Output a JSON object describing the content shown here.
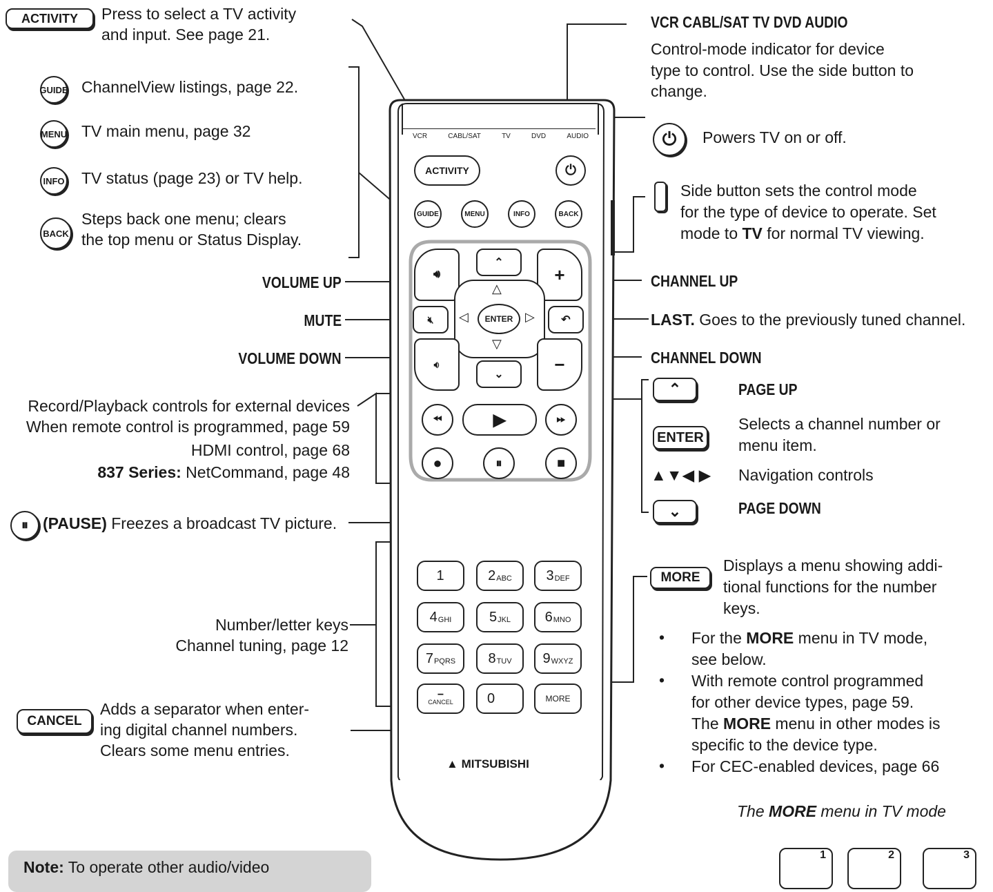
{
  "left_labels": {
    "activity": {
      "badge": "ACTIVITY",
      "line1": "Press to select a TV activity",
      "line2": "and input.  See page 21."
    },
    "guide": {
      "badge": "GUIDE",
      "text": "ChannelView listings, page 22."
    },
    "menu": {
      "badge": "MENU",
      "text": "TV main menu, page 32"
    },
    "info": {
      "badge": "INFO",
      "text": "TV status (page 23) or TV help."
    },
    "back": {
      "badge": "BACK",
      "line1": "Steps back one menu; clears",
      "line2": "the top menu or Status Display."
    },
    "volume_up": "VOLUME UP",
    "mute": "MUTE",
    "volume_down": "VOLUME DOWN",
    "record": {
      "line1": "Record/Playback controls for external devices",
      "line2": "When remote control is programmed, page 59",
      "line3": "HDMI control, page 68",
      "line4_bold": "837 Series:",
      "line4": " NetCommand, page 48"
    },
    "pause": {
      "bold": "(PAUSE)",
      "text": " Freezes a broadcast TV picture."
    },
    "number_keys": {
      "line1": "Number/letter keys",
      "line2": "Channel tuning, page 12"
    },
    "cancel": {
      "badge": "CANCEL",
      "line1": "Adds a separator when enter-",
      "line2": "ing digital channel numbers.",
      "line3": "Clears some menu entries."
    },
    "note": {
      "bold": "Note:",
      "text": "  To operate other audio/video"
    }
  },
  "right_labels": {
    "modes_title": "VCR  CABL/SAT  TV  DVD  AUDIO",
    "modes_desc1": "Control-mode indicator for device",
    "modes_desc2": "type to control.  Use the side button to",
    "modes_desc3": "change.",
    "power": "Powers TV on or off.",
    "side1": "Side button sets the control mode",
    "side2": "for the type of device to operate.  Set",
    "side3_pre": "mode to ",
    "side3_bold": "TV",
    "side3_post": " for normal TV viewing.",
    "channel_up": "CHANNEL UP",
    "last_bold": "LAST.",
    "last_text": "  Goes to the previously tuned channel.",
    "channel_down": "CHANNEL DOWN",
    "page_up": "PAGE UP",
    "enter_badge": "ENTER",
    "enter1": "Selects a channel number or",
    "enter2": "menu item.",
    "nav_arrows": "▲▼◀ ▶",
    "nav_text": "Navigation controls",
    "page_down": "PAGE DOWN",
    "more_badge": "MORE",
    "more1": "Displays a menu showing addi-",
    "more2": "tional functions for the number",
    "more3": "keys.",
    "b1_pre": "For the ",
    "b1_bold": "MORE",
    "b1_post": " menu in TV mode,",
    "b1_line2": "see below.",
    "b2_line1": "With remote control programmed",
    "b2_line2": "for other device types, page 59.",
    "b2_pre": "The ",
    "b2_bold": "MORE",
    "b2_post": " menu in other modes is",
    "b2_line4": "specific to the device type.",
    "b3": "For CEC-enabled devices, page 66",
    "caption_pre": "The ",
    "caption_bold": "MORE",
    "caption_post": " menu in TV mode",
    "mini_keys": [
      "1",
      "2",
      "3"
    ]
  },
  "remote": {
    "modes": [
      "VCR",
      "CABL/SAT",
      "TV",
      "DVD",
      "AUDIO"
    ],
    "activity": "ACTIVITY",
    "row_buttons": [
      "GUIDE",
      "MENU",
      "INFO",
      "BACK"
    ],
    "enter": "ENTER",
    "keys": [
      {
        "n": "1",
        "l": ""
      },
      {
        "n": "2",
        "l": "ABC"
      },
      {
        "n": "3",
        "l": "DEF"
      },
      {
        "n": "4",
        "l": "GHI"
      },
      {
        "n": "5",
        "l": "JKL"
      },
      {
        "n": "6",
        "l": "MNO"
      },
      {
        "n": "7",
        "l": "PQRS"
      },
      {
        "n": "8",
        "l": "TUV"
      },
      {
        "n": "9",
        "l": "WXYZ"
      }
    ],
    "cancel_key": "CANCEL",
    "zero_key": "0",
    "more_key": "MORE",
    "brand": "MITSUBISHI"
  }
}
